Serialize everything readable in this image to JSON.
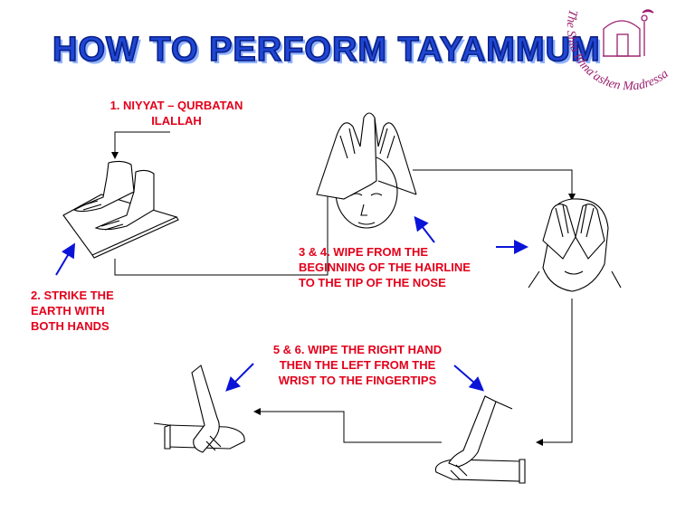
{
  "title": "HOW TO PERFORM TAYAMMUM",
  "logo": {
    "text": "The Shia Ithna'ashen Madressa"
  },
  "steps": {
    "s1": "1. NIYYAT – QURBATAN\nILALLAH",
    "s2": "2. STRIKE THE\nEARTH WITH\nBOTH HANDS",
    "s34": "3 & 4. WIPE FROM THE\nBEGINNING OF THE HAIRLINE\nTO THE TIP OF THE NOSE",
    "s56": "5 & 6. WIPE THE RIGHT HAND\nTHEN THE LEFT FROM THE\nWRIST TO THE FINGERTIPS"
  },
  "colors": {
    "title_fill": "#1f47d4",
    "title_outline": "#0a1f86",
    "step_text": "#e3001b",
    "pointer_arrow": "#0a14d8",
    "flow_line": "#000000",
    "logo": "#9b1f6e"
  }
}
